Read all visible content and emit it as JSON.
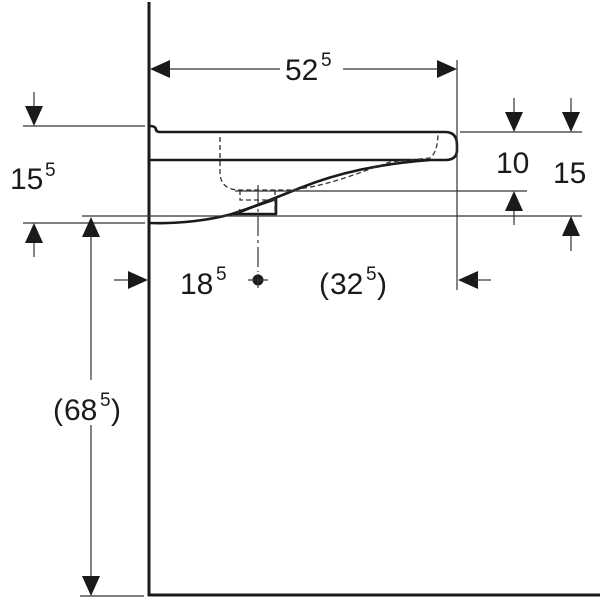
{
  "drawing": {
    "title": "Washbasin side view dimension drawing",
    "units_hint": "cm",
    "dimensions": {
      "width": {
        "main": "52",
        "sup": "5",
        "label": "52⁵"
      },
      "front_thickness_total": {
        "main": "15",
        "sup": "5",
        "label": "15⁵"
      },
      "rim_height": {
        "main": "10",
        "label": "10"
      },
      "front_height": {
        "main": "15",
        "label": "15"
      },
      "drain_offset": {
        "main": "18",
        "sup": "5",
        "label": "18⁵"
      },
      "drain_to_front": {
        "open": "(",
        "main": "32",
        "sup": "5",
        "close": ")",
        "label": "(32⁵)"
      },
      "mount_height": {
        "open": "(",
        "main": "68",
        "sup": "5",
        "close": ")",
        "label": "(68⁵)"
      }
    },
    "colors": {
      "line": "#1a1a1a",
      "background": "#ffffff"
    }
  }
}
